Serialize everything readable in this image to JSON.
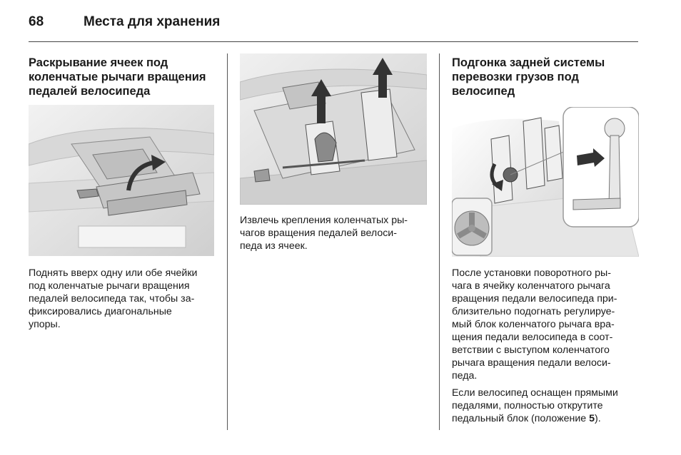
{
  "header": {
    "page_number": "68",
    "section_title": "Места для хранения"
  },
  "col1": {
    "title_lines": [
      "Раскрывание ячеек под",
      "коленчатые рычаги вращения",
      "педалей велосипеда"
    ],
    "text_lines": [
      "Поднять вверх одну или обе ячейки",
      "под коленчатые рычаги вращения",
      "педалей велосипеда так, чтобы за-",
      "фиксировались диагональные",
      "упоры."
    ]
  },
  "col2": {
    "text_lines": [
      "Извлечь крепления коленчатых ры-",
      "чагов вращения педалей велоси-",
      "педа из ячеек."
    ]
  },
  "col3": {
    "title_lines": [
      "Подгонка задней системы",
      "перевозки грузов под",
      "велосипед"
    ],
    "para1_lines": [
      "После установки поворотного ры-",
      "чага в ячейку коленчатого рычага",
      "вращения педали велосипеда при-",
      "близительно подогнать регулируе-",
      "мый блок коленчатого рычага вра-",
      "щения педали велосипеда в соот-",
      "ветствии с выступом коленчатого",
      "рычага вращения педали велоси-",
      "педа."
    ],
    "para2_lines": [
      "Если велосипед оснащен прямыми",
      "педалями, полностью открутите"
    ],
    "para2_last_prefix": "педальный блок (положение ",
    "para2_bold": "5",
    "para2_suffix": ")."
  }
}
